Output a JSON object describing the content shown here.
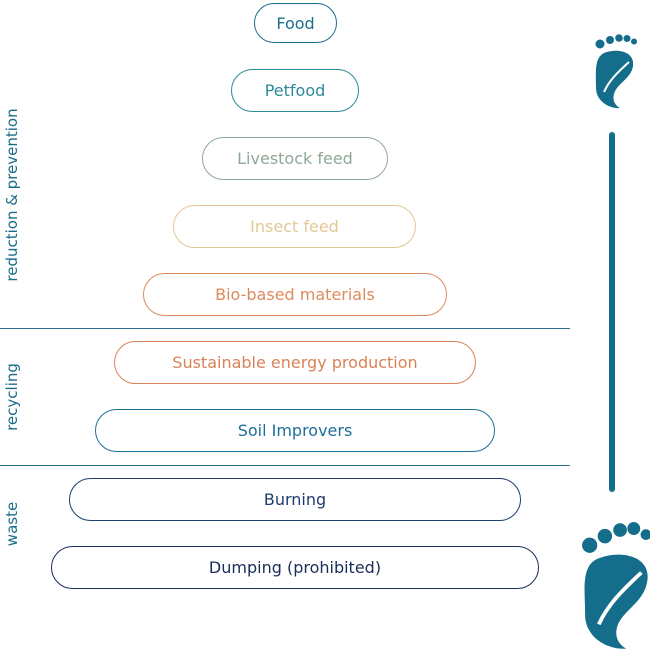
{
  "side_labels": {
    "reduction": "reduction & prevention",
    "recycling": "recycling",
    "waste": "waste"
  },
  "tiers": [
    {
      "label": "Food",
      "color": "#1e6f8f"
    },
    {
      "label": "Petfood",
      "color": "#2a8a97"
    },
    {
      "label": "Livestock feed",
      "color": "#8fa896"
    },
    {
      "label": "Insect feed",
      "color": "#e4c796"
    },
    {
      "label": "Bio-based materials",
      "color": "#dd8a5c"
    },
    {
      "label": "Sustainable energy production",
      "color": "#d98256"
    },
    {
      "label": "Soil Improvers",
      "color": "#1e6f9a"
    },
    {
      "label": "Burning",
      "color": "#1f3c6e"
    },
    {
      "label": "Dumping (prohibited)",
      "color": "#1a2e5a"
    }
  ],
  "icons": {
    "small_foot": "footprint-leaf-icon",
    "large_foot": "footprint-leaf-icon",
    "bar": "vertical-scale-bar"
  },
  "colors": {
    "accent": "#146d8a",
    "divider": "#2b6f8e"
  }
}
